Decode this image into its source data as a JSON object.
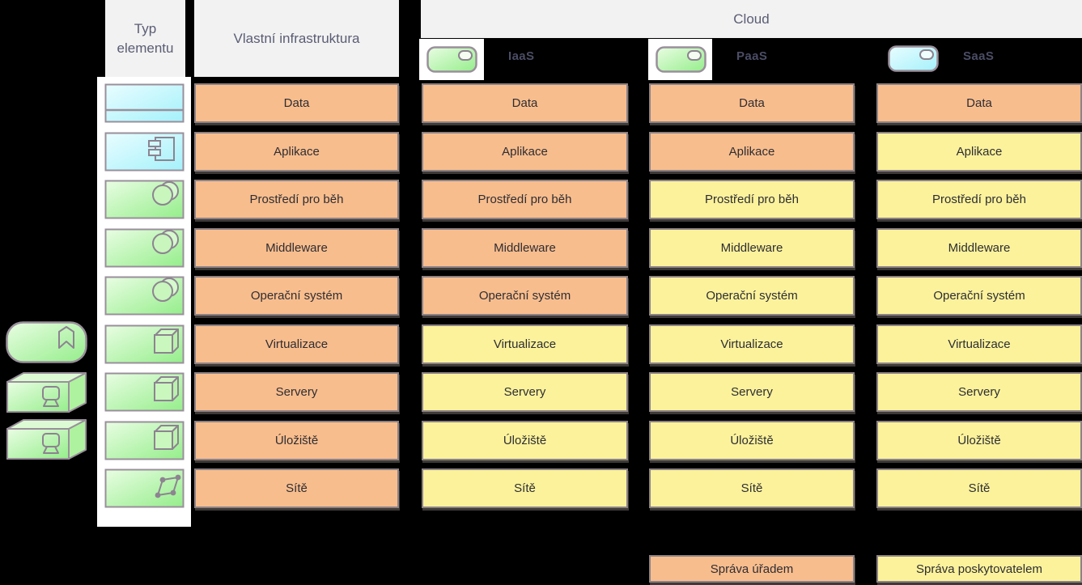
{
  "headers": {
    "element_type": "Typ elementu",
    "own_infrastructure": "Vlastní infrastruktura",
    "cloud": "Cloud"
  },
  "service_models": [
    {
      "label": "IaaS",
      "icon": "node-rounded-icon",
      "icon_color": "green",
      "white_backdrop": true
    },
    {
      "label": "PaaS",
      "icon": "node-rounded-icon",
      "icon_color": "green",
      "white_backdrop": true
    },
    {
      "label": "SaaS",
      "icon": "node-rounded-icon",
      "icon_color": "cyan",
      "white_backdrop": false
    }
  ],
  "rows": [
    {
      "label": "Data",
      "icon": "data-object-icon",
      "icon_color": "cyan",
      "cells": {
        "own": "orange",
        "iaas": "orange",
        "paas": "orange",
        "saas": "orange"
      }
    },
    {
      "label": "Aplikace",
      "icon": "application-component-icon",
      "icon_color": "cyan",
      "cells": {
        "own": "orange",
        "iaas": "orange",
        "paas": "orange",
        "saas": "yellow"
      }
    },
    {
      "label": "Prostředí pro běh",
      "icon": "system-software-icon",
      "icon_color": "green",
      "cells": {
        "own": "orange",
        "iaas": "orange",
        "paas": "yellow",
        "saas": "yellow"
      }
    },
    {
      "label": "Middleware",
      "icon": "system-software-icon",
      "icon_color": "green",
      "cells": {
        "own": "orange",
        "iaas": "orange",
        "paas": "yellow",
        "saas": "yellow"
      }
    },
    {
      "label": "Operační systém",
      "icon": "system-software-icon",
      "icon_color": "green",
      "cells": {
        "own": "orange",
        "iaas": "orange",
        "paas": "yellow",
        "saas": "yellow"
      }
    },
    {
      "label": "Virtualizace",
      "icon": "node-icon",
      "icon_color": "green",
      "cells": {
        "own": "orange",
        "iaas": "yellow",
        "paas": "yellow",
        "saas": "yellow"
      }
    },
    {
      "label": "Servery",
      "icon": "node-icon",
      "icon_color": "green",
      "cells": {
        "own": "orange",
        "iaas": "yellow",
        "paas": "yellow",
        "saas": "yellow"
      }
    },
    {
      "label": "Úložiště",
      "icon": "node-icon",
      "icon_color": "green",
      "cells": {
        "own": "orange",
        "iaas": "yellow",
        "paas": "yellow",
        "saas": "yellow"
      }
    },
    {
      "label": "Sítě",
      "icon": "communication-network-icon",
      "icon_color": "green",
      "cells": {
        "own": "orange",
        "iaas": "yellow",
        "paas": "yellow",
        "saas": "yellow"
      }
    }
  ],
  "side_icons": [
    {
      "name": "rounded-node-bookmark-icon",
      "icon_color": "green"
    },
    {
      "name": "device-icon",
      "icon_color": "green"
    },
    {
      "name": "device-icon",
      "icon_color": "green"
    }
  ],
  "legend": [
    {
      "label": "Správa úřadem",
      "color": "orange"
    },
    {
      "label": "Správa poskytovatelem",
      "color": "yellow"
    }
  ],
  "colors": {
    "background": "#000000",
    "orange": "#F8BD8D",
    "yellow": "#FBF29B",
    "header_bg": "#F2F2F2",
    "header_text": "#5A5D74",
    "cell_text": "#2E2D33",
    "service_label_text": "#4B4D66",
    "icon_border": "#9A8F9B",
    "glyph_stroke": "#8D8391",
    "green_light": "#E9FDE3",
    "green_dark": "#95EE8B",
    "cyan_light": "#E9FDFF",
    "cyan_dark": "#A4F1FB"
  }
}
